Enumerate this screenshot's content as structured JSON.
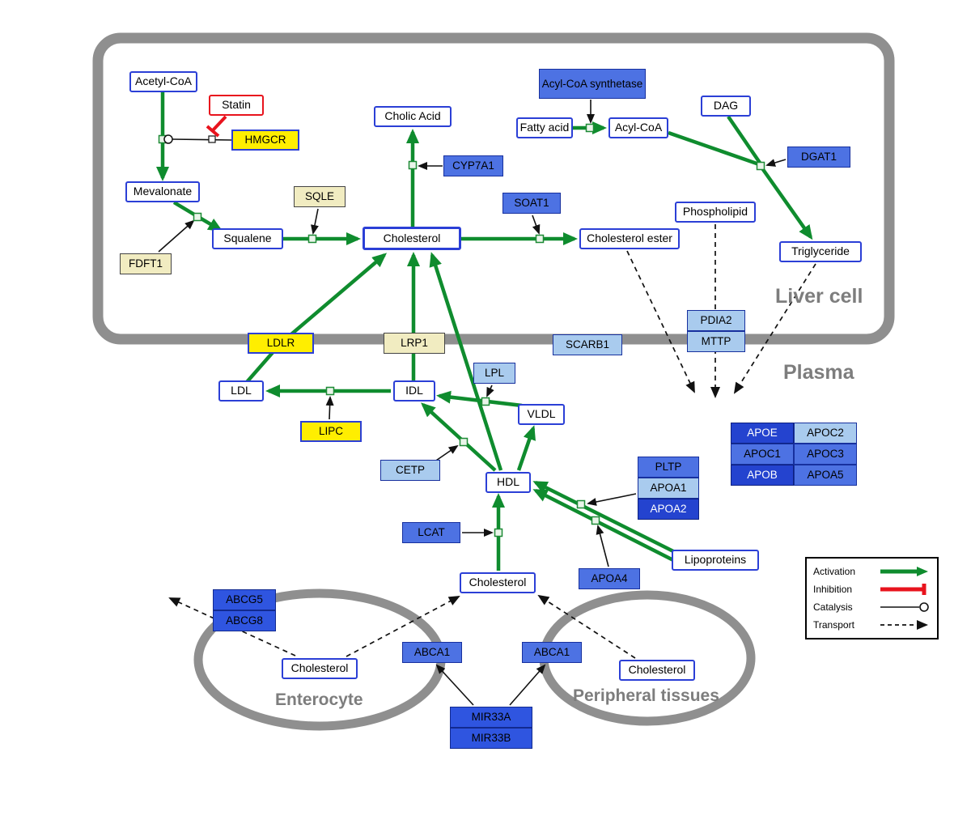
{
  "regions": {
    "liver_cell": "Liver cell",
    "plasma": "Plasma",
    "enterocyte": "Enterocyte",
    "peripheral_tissues": "Peripheral tissues"
  },
  "nodes": {
    "acetyl_coa": "Acetyl-CoA",
    "statin": "Statin",
    "hmgcr": "HMGCR",
    "mevalonate": "Mevalonate",
    "sqle": "SQLE",
    "fdft1": "FDFT1",
    "squalene": "Squalene",
    "cholesterol_liver": "Cholesterol",
    "cholic_acid": "Cholic Acid",
    "cyp7a1": "CYP7A1",
    "soat1": "SOAT1",
    "cholesterol_ester": "Cholesterol ester",
    "acyl_coa_synthetase": "Acyl-CoA synthetase",
    "fatty_acid": "Fatty acid",
    "acyl_coa": "Acyl-CoA",
    "dag": "DAG",
    "dgat1": "DGAT1",
    "phospholipid": "Phospholipid",
    "triglyceride": "Triglyceride",
    "ldlr": "LDLR",
    "lrp1": "LRP1",
    "scarb1": "SCARB1",
    "pdia2": "PDIA2",
    "mttp": "MTTP",
    "ldl": "LDL",
    "idl": "IDL",
    "lpl": "LPL",
    "vldl": "VLDL",
    "lipc": "LIPC",
    "cetp": "CETP",
    "hdl": "HDL",
    "lcat": "LCAT",
    "pltp": "PLTP",
    "apoa1": "APOA1",
    "apoa2": "APOA2",
    "apoa4": "APOA4",
    "lipoproteins": "Lipoproteins",
    "apoe": "APOE",
    "apoc2": "APOC2",
    "apoc1": "APOC1",
    "apoc3": "APOC3",
    "apob": "APOB",
    "apoa5": "APOA5",
    "cholesterol_plasma": "Cholesterol",
    "abcg5": "ABCG5",
    "abcg8": "ABCG8",
    "cholesterol_enterocyte": "Cholesterol",
    "abca1_enterocyte": "ABCA1",
    "abca1_peripheral": "ABCA1",
    "cholesterol_peripheral": "Cholesterol",
    "mir33a": "MIR33A",
    "mir33b": "MIR33B"
  },
  "legend": {
    "activation": "Activation",
    "inhibition": "Inhibition",
    "catalysis": "Catalysis",
    "transport": "Transport"
  },
  "colors": {
    "activation": "#0f8c2e",
    "inhibition": "#e8131d",
    "membrane": "#8f8f8f",
    "gene_dark": "#2443cf",
    "gene_medium": "#4d72e3",
    "gene_light": "#a9cbee",
    "gene_yellow": "#ffee00",
    "gene_pale": "#f1ecc1",
    "metabolite_border": "#2b3fd6"
  }
}
